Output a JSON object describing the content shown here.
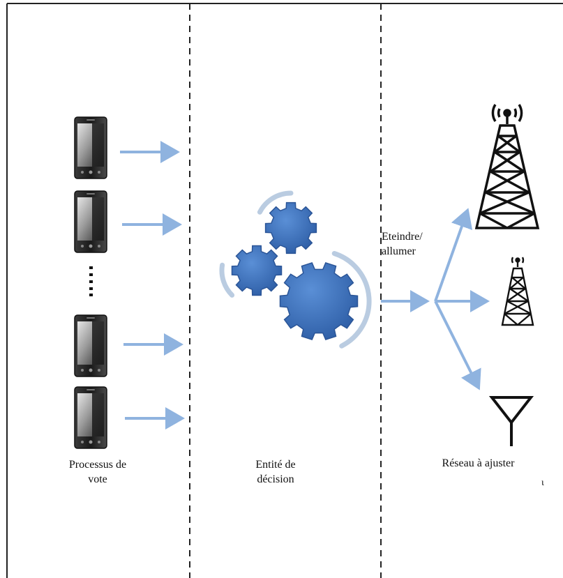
{
  "labels": {
    "voting_process": [
      "Processus de",
      "vote"
    ],
    "decision_entity": [
      "Entité de",
      "décision"
    ],
    "network_to_adjust": "Réseau à ajuster",
    "switch_action": [
      "Eteindre/",
      "allumer"
    ],
    "ellipsis": "⋮",
    "stray_mark": "ɩ"
  },
  "colors": {
    "arrow": "#8fb3df",
    "gear": "#3f6fb3",
    "gear_dark": "#2b5597",
    "dashed_line": "#222222",
    "border": "#222222",
    "tower": "#111111"
  },
  "icons": {
    "phones": "mobile-phone-icon",
    "gears": "gears-icon",
    "large_tower": "cell-tower-large-icon",
    "small_tower": "cell-tower-small-icon",
    "antenna": "antenna-icon"
  }
}
